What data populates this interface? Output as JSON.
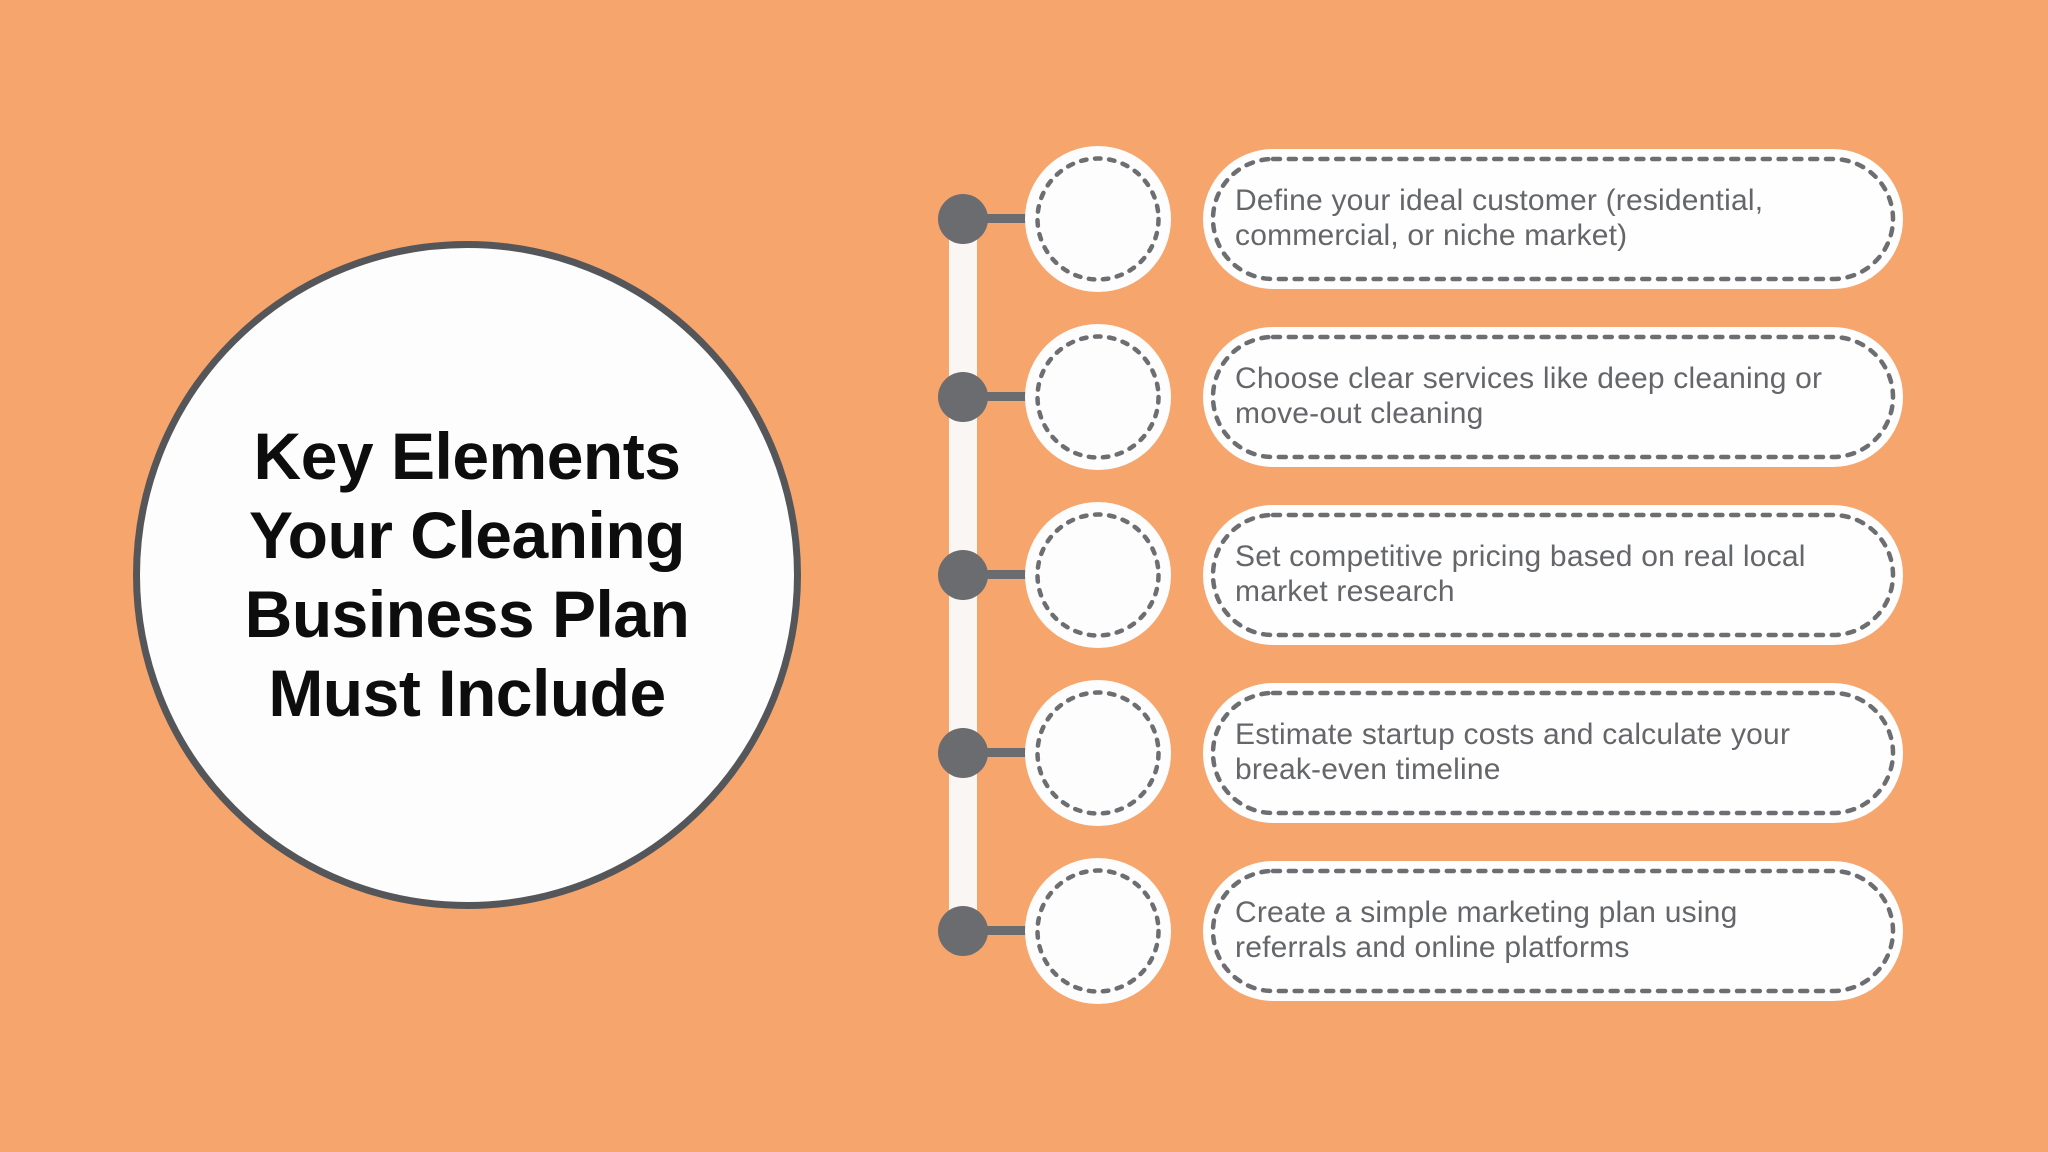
{
  "colors": {
    "background": "#f6a56c",
    "card_bg": "#fefefe",
    "circle_bg": "#fdfdfd",
    "dash_gray": "#6d6e71",
    "dot_gray": "#6b6c6f",
    "circle_border": "#55565a",
    "title_text": "#0d0d0d",
    "body_text": "#646669",
    "timeline_bar": "#f9f6f3"
  },
  "hero": {
    "title": "Key Elements\nYour Cleaning\nBusiness Plan\nMust Include"
  },
  "timeline": {
    "items": [
      {
        "text": "Define your ideal customer (residential,\ncommercial, or niche market)"
      },
      {
        "text": "Choose clear services like deep cleaning or\nmove-out cleaning"
      },
      {
        "text": "Set competitive pricing based on real local\nmarket research"
      },
      {
        "text": "Estimate startup costs and calculate your\nbreak-even timeline"
      },
      {
        "text": "Create a simple marketing plan using\nreferrals and online platforms"
      }
    ]
  }
}
